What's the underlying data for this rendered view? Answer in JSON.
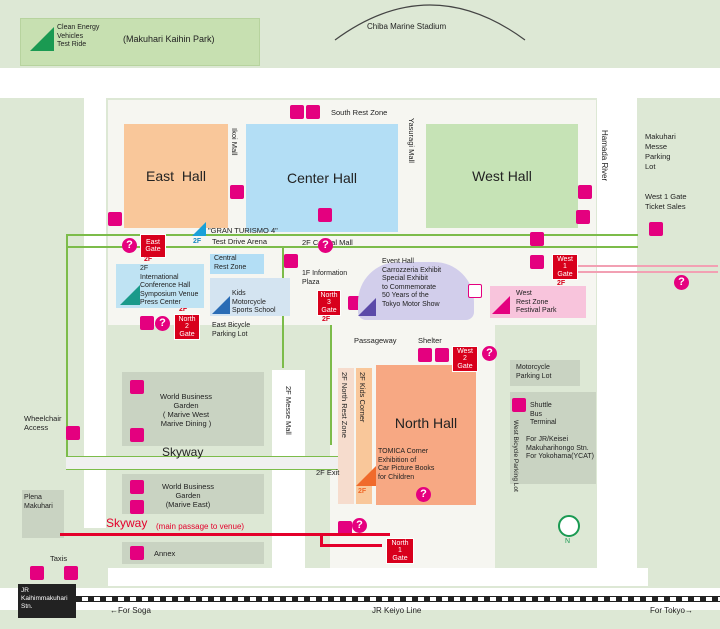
{
  "labels": {
    "clean_energy": "Clean Energy\nVehicles\nTest Ride",
    "kaihin_park": "(Makuhari Kaihin Park)",
    "stadium": "Chiba Marine Stadium",
    "south_rest": "South Rest Zone",
    "east_hall": "East  Hall",
    "center_hall": "Center Hall",
    "west_hall": "West Hall",
    "north_hall": "North Hall",
    "ikoi_mall": "Ikoi Mall",
    "yasuragi_mall": "Yasuragi Mall",
    "hamada_river": "Hamada River",
    "messe_parking": "Makuhari\nMesse\nParking\nLot",
    "west1_ticket": "West 1 Gate\nTicket Sales",
    "gran_turismo": "\"GRAN TURISMO 4\"",
    "test_drive": "Test Drive Arena",
    "central_mall_2f": "2F Central Mall",
    "intl_conf": "2F\nInternational\nConference Hall\nSymposium Venue\nPress Center",
    "central_rest": "Central\nRest Zone",
    "kids_moto": "Kids\nMotorcycle\nSports School",
    "info_plaza": "1F Information\nPlaza",
    "event_hall": "Event Hall\nCarrozzeria Exhibit\nSpecial Exhibit\nto Commemorate\n50 Years of the\nTokyo Motor Show",
    "west_rest": "West\nRest Zone\nFestival Park",
    "east_bicycle": "East Bicycle\nParking Lot",
    "passageway": "Passageway",
    "shelter": "Shelter",
    "wbg_west": "World Business\nGarden\n( Marive West\nMarive Dining )",
    "wheelchair": "Wheelchair\nAccess",
    "skyway": "Skyway",
    "messe_mall_2f": "2F Messe Mall",
    "north_rest_2f": "2F North Rest Zone",
    "kids_corner_2f": "2F Kids Corner",
    "tomica": "TOMICA Corner\nExhibition of\nCar Picture Books\nfor Children",
    "exit_2f": "2F Exit",
    "moto_parking": "Motorcycle\nParking Lot",
    "shuttle": "Shuttle\nBus\nTerminal",
    "shuttle_for": "For JR/Keisei\nMakuharihongo Stn.\nFor Yokohama(YCAT)",
    "west_bicycle": "West Bicycle Parking Lot",
    "plena": "Plena\nMakuhari",
    "wbg_east": "World Business\nGarden\n(Marive East)",
    "skyway_main": "Skyway",
    "skyway_main_sub": "(main passage to venue)",
    "annex": "Annex",
    "taxis": "Taxis",
    "jr_stn": "JR\nKaihimmakuhari\nStn.",
    "for_soga": "←For Soga",
    "keiyo_line": "JR Keiyo Line",
    "for_tokyo": "For Tokyo→",
    "north_compass": "N"
  },
  "gates": {
    "east": "East\nGate",
    "north2": "North\n2\nGate",
    "north3": "North\n3\nGate",
    "west1": "West\n1\nGate",
    "west2": "West\n2\nGate",
    "north1": "North\n1\nGate"
  },
  "floors": {
    "f2": "2F"
  },
  "info_symbol": "?",
  "colors": {
    "ground": "#dde8d5",
    "east_hall": "#f9c79a",
    "center_hall": "#b3def5",
    "west_hall": "#c6e3b6",
    "north_hall": "#f7a883",
    "gate": "#d8001c",
    "info": "#e5007f",
    "route": "#e4002b",
    "mall": "#7cbc4a"
  }
}
